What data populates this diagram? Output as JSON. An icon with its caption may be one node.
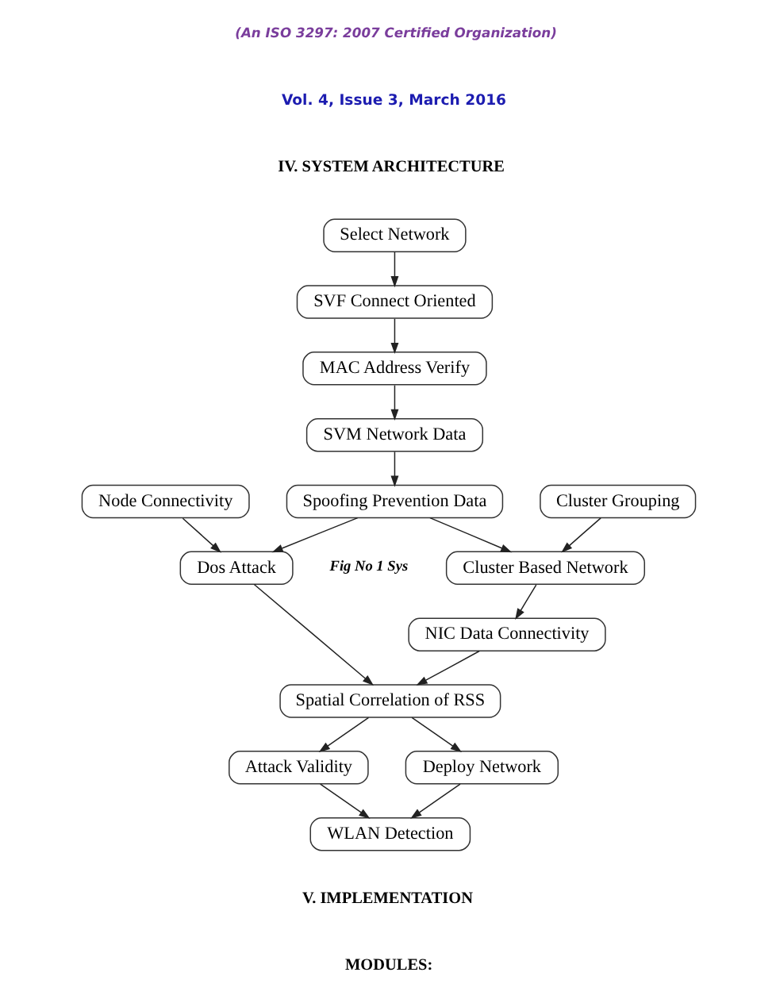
{
  "diagram": {
    "nodes": [
      {
        "text": [
          "Select Network"
        ]
      },
      {
        "text": [
          "SVF Connect Oriented"
        ]
      },
      {
        "text": [
          "MAC Address Verify"
        ]
      },
      {
        "text": [
          "SVM Network Data"
        ]
      },
      {
        "text": [
          "Node Connectivity"
        ]
      },
      {
        "text": [
          "Spoofing Prevention Data"
        ]
      },
      {
        "text": [
          "Cluster Grouping"
        ]
      },
      {
        "text": [
          "Dos Attack"
        ]
      },
      {
        "text": [
          "Cluster Based Network"
        ]
      },
      {
        "text": [
          "NIC Data Connectivity"
        ]
      },
      {
        "text": [
          "Spatial Correlation of RSS"
        ]
      },
      {
        "text": [
          "Attack Validity"
        ]
      },
      {
        "text": [
          "Deploy Network"
        ]
      },
      {
        "text": [
          "WLAN Detection"
        ]
      }
    ],
    "edges": [
      {
        "from": 0,
        "to": 1,
        "arrow": "to"
      },
      {
        "from": 1,
        "to": 2,
        "arrow": "to"
      },
      {
        "from": 2,
        "to": 3,
        "arrow": "to"
      },
      {
        "from": 3,
        "to": 5,
        "arrow": "to"
      },
      {
        "from": 4,
        "to": 7,
        "arrow": "to"
      },
      {
        "from": 5,
        "to": 7,
        "arrow": "to"
      },
      {
        "from": 5,
        "to": 8,
        "arrow": "to"
      },
      {
        "from": 6,
        "to": 8,
        "arrow": "to"
      },
      {
        "from": 8,
        "to": 9,
        "arrow": "to"
      },
      {
        "from": 7,
        "to": 10,
        "arrow": "to"
      },
      {
        "from": 9,
        "to": 10,
        "arrow": "to"
      },
      {
        "from": 10,
        "to": 11,
        "arrow": "to"
      },
      {
        "from": 10,
        "to": 12,
        "arrow": "to"
      },
      {
        "from": 11,
        "to": 13,
        "arrow": "to"
      },
      {
        "from": 12,
        "to": 13,
        "arrow": "to"
      }
    ],
    "labels": [
      "(An ISO 3297: 2007 Certified Organization)",
      "Vol. 4, Issue 3, March 2016",
      "IV. SYSTEM ARCHITECTURE",
      "Fig No 1 Sys",
      "V. IMPLEMENTATION",
      "MODULES:"
    ]
  }
}
